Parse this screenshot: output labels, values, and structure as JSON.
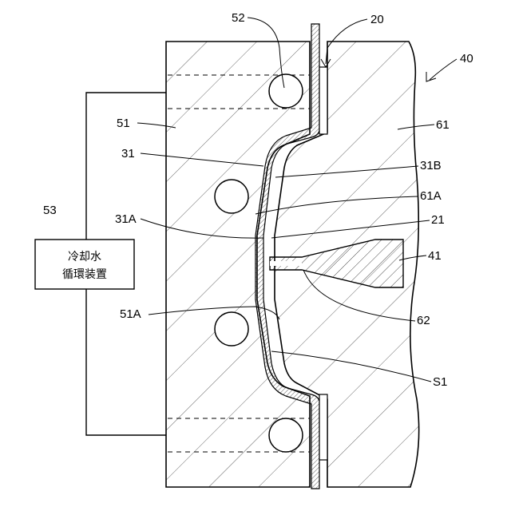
{
  "labels": {
    "n52": "52",
    "n20": "20",
    "n40": "40",
    "n51": "51",
    "n61": "61",
    "n31": "31",
    "n31B": "31B",
    "n61A": "61A",
    "n31A": "31A",
    "n21": "21",
    "n53": "53",
    "n41": "41",
    "n62": "62",
    "n51A": "51A",
    "nS1": "S1"
  },
  "device": {
    "line1": "冷却水",
    "line2": "循環装置"
  }
}
